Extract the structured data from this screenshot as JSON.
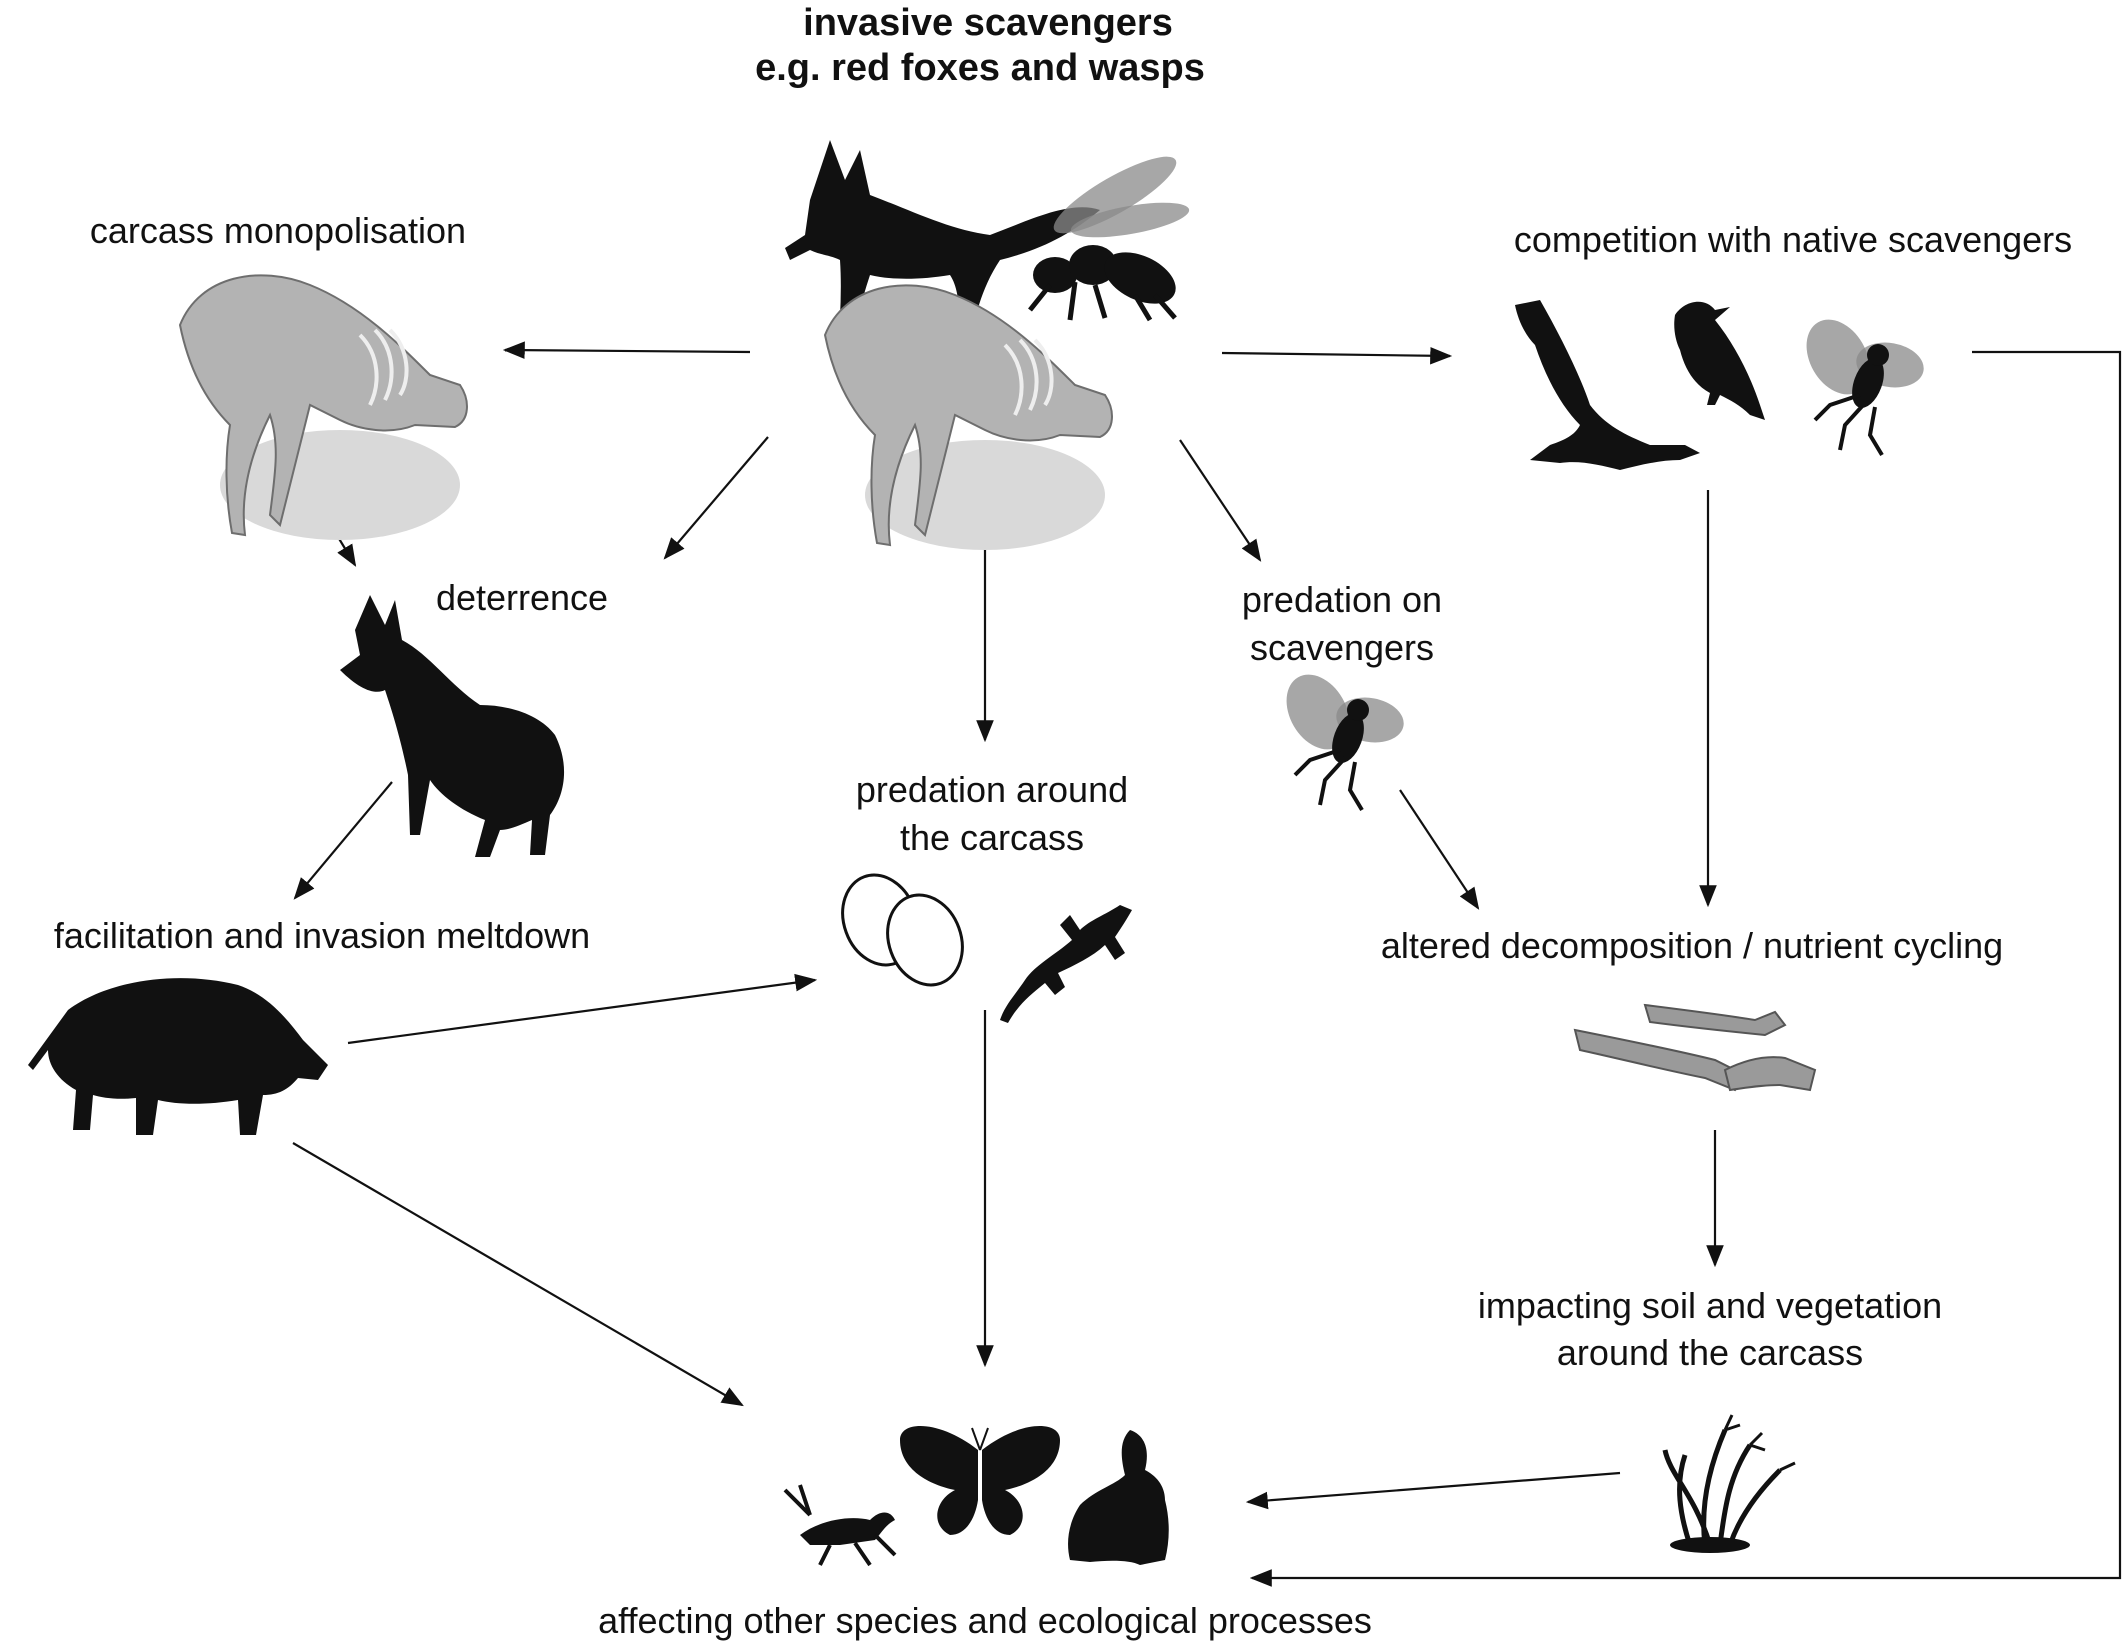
{
  "labels": {
    "title_line1": "invasive scavengers",
    "title_line2": "e.g. red foxes and wasps",
    "monopolisation": "carcass monopolisation",
    "deterrence": "deterrence",
    "facilitation": "facilitation and invasion meltdown",
    "predation_around_line1": "predation around",
    "predation_around_line2": "the carcass",
    "predation_on_line1": "predation on",
    "predation_on_line2": "scavengers",
    "competition": "competition with native scavengers",
    "decomposition": "altered decomposition / nutrient cycling",
    "soil_line1": "impacting soil and vegetation",
    "soil_line2": "around the carcass",
    "affecting": "affecting other species and ecological processes"
  },
  "icons": {
    "fox": "red-fox-silhouette",
    "wasp": "wasp-silhouette",
    "carcass": "carcass-illustration",
    "dog": "dog-silhouette",
    "boar": "wild-boar-silhouette",
    "eggs": "eggs-outline",
    "lizard": "lizard-silhouette",
    "eagle": "eagle-silhouette",
    "raven": "raven-silhouette",
    "fly": "fly-silhouette",
    "bones": "bones-illustration",
    "plant": "plant-silhouette",
    "grasshopper": "grasshopper-silhouette",
    "butterfly": "butterfly-silhouette",
    "rabbit": "rabbit-silhouette"
  },
  "colors": {
    "ink": "#111111",
    "carcass": "#b3b3b3",
    "wing": "#8a8a8a"
  }
}
